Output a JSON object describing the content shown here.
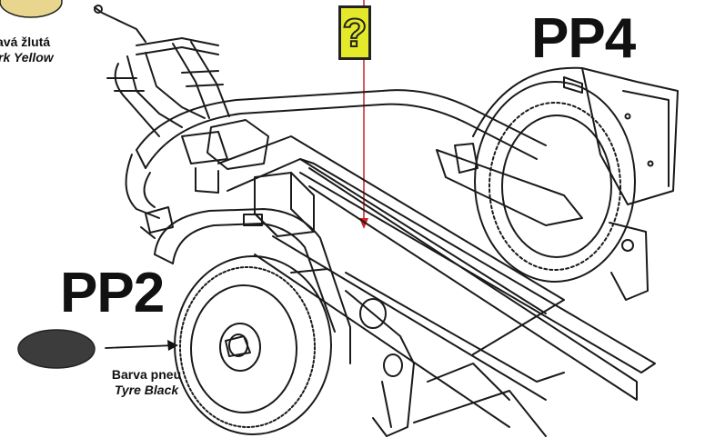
{
  "labels": {
    "pp4": "PP4",
    "pp2": "PP2",
    "tyre_cz": "Barva pneu",
    "tyre_en": "Tyre Black",
    "yellow_cz": "avá žlutá",
    "yellow_en": "rk Yellow",
    "question_mark": "?"
  },
  "colors": {
    "yellow_swatch": "#e8d68f",
    "tyre_swatch": "#3c3c3c",
    "question_box": "#e4ea2a",
    "pointer_line": "#cc2222"
  },
  "icons": [
    "question-mark-icon"
  ]
}
